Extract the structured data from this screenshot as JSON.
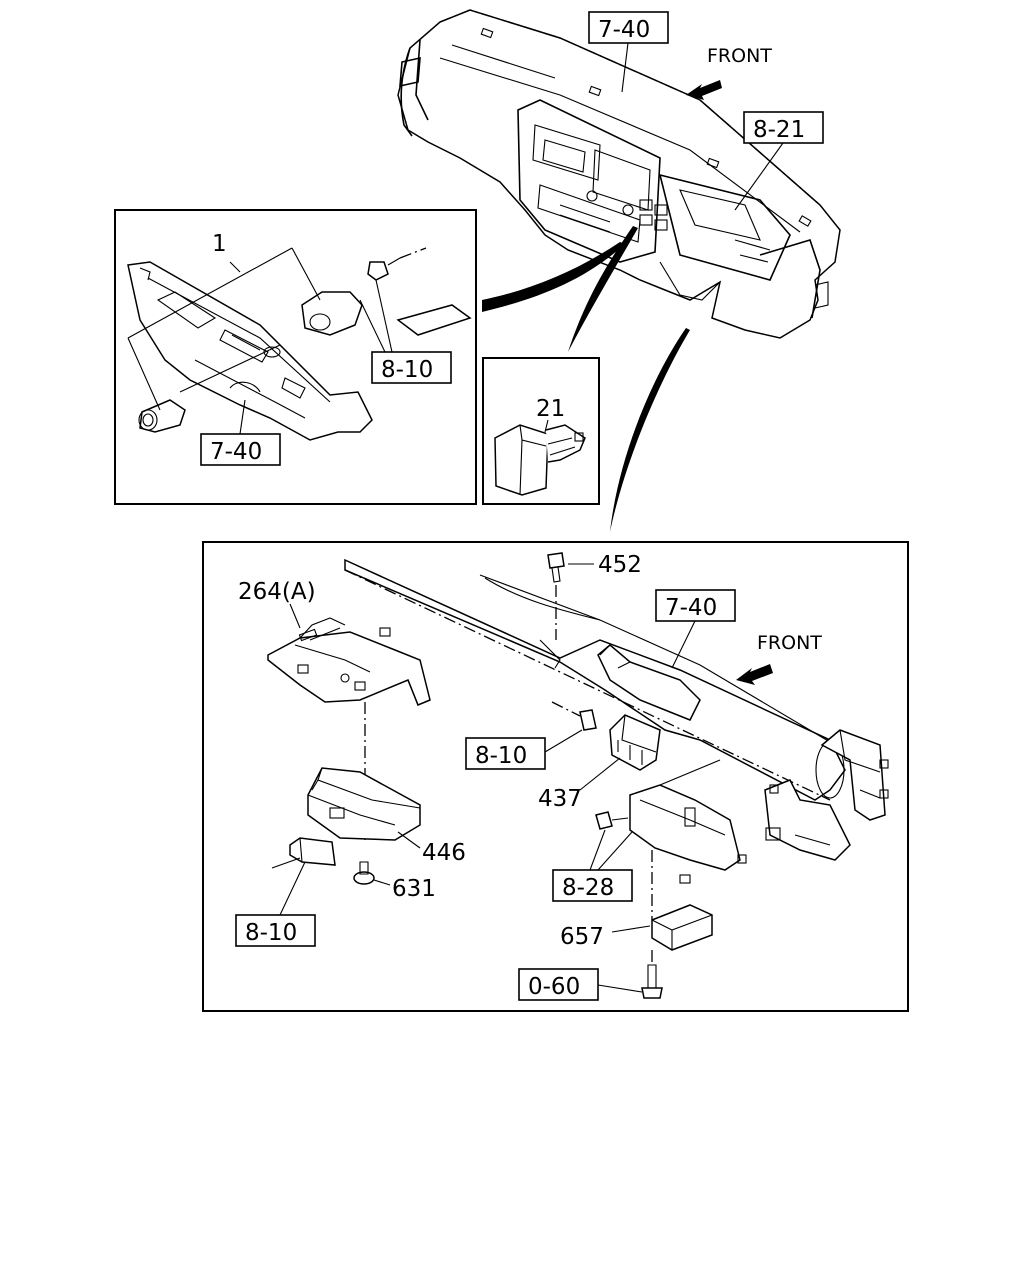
{
  "labels": {
    "ref_dash_top": "7-40",
    "front_top": "FRONT",
    "ref_meter": "8-21",
    "part_1": "1",
    "ref_810_inset1": "8-10",
    "ref_740_inset1": "7-40",
    "part_21": "21",
    "part_452": "452",
    "part_264a": "264(A)",
    "ref_740_main": "7-40",
    "front_main": "FRONT",
    "ref_810_mid": "8-10",
    "part_437": "437",
    "part_446": "446",
    "part_631": "631",
    "ref_828": "8-28",
    "ref_810_bottom": "8-10",
    "part_657": "657",
    "ref_060": "0-60"
  },
  "icons": [
    "front-arrow-icon"
  ]
}
